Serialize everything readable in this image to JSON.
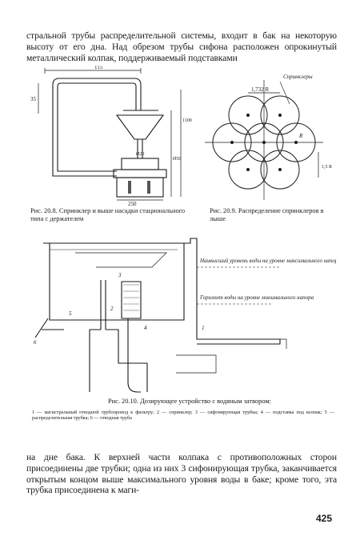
{
  "text": {
    "top_paragraph": "стральной трубы распределительной системы, входит в бак на некоторую высоту от его дна. Над обрезом трубы сифона расположен опрокинутый металлический колпак, поддерживаемый подставками",
    "bottom_paragraph": "на дне бака. К верхней части колпака с противоположных сторон присоединены две трубки; одна из них 3 сифонирующая трубка, заканчивается открытым концом выше максимального уровня воды в баке; кроме того, эта трубка присоединена к маги-",
    "page_number": "425"
  },
  "figures": {
    "fig_20_8": {
      "caption": "Рис. 20.8. Спринклер и выше насадки стационального типа с держателем",
      "dims": [
        "115",
        "35",
        "Ø20",
        "1100",
        "Ø50",
        "250"
      ]
    },
    "fig_20_9": {
      "caption": "Рис. 20.9. Распределение спринклеров в лыше",
      "labels": [
        "1,732 R",
        "Спринклеры",
        "R",
        "1,5 R"
      ]
    },
    "fig_20_10": {
      "caption": "Рис. 20.10. Дозирующее устройство с водяным затвором:",
      "legend": "1 — магистральный отводной трубопровод к фильтру; 2 — спринклер; 3 — сифонирующая трубка; 4 — подставка под колпак; 5 — распределительная трубка; 6 — отводная труба",
      "annotations": [
        "Наивысший уровень воды на уровне максимального напора",
        "Горизонт воды на уровне минимального напора"
      ],
      "numbers": [
        "1",
        "2",
        "3",
        "4",
        "5",
        "6"
      ]
    }
  }
}
